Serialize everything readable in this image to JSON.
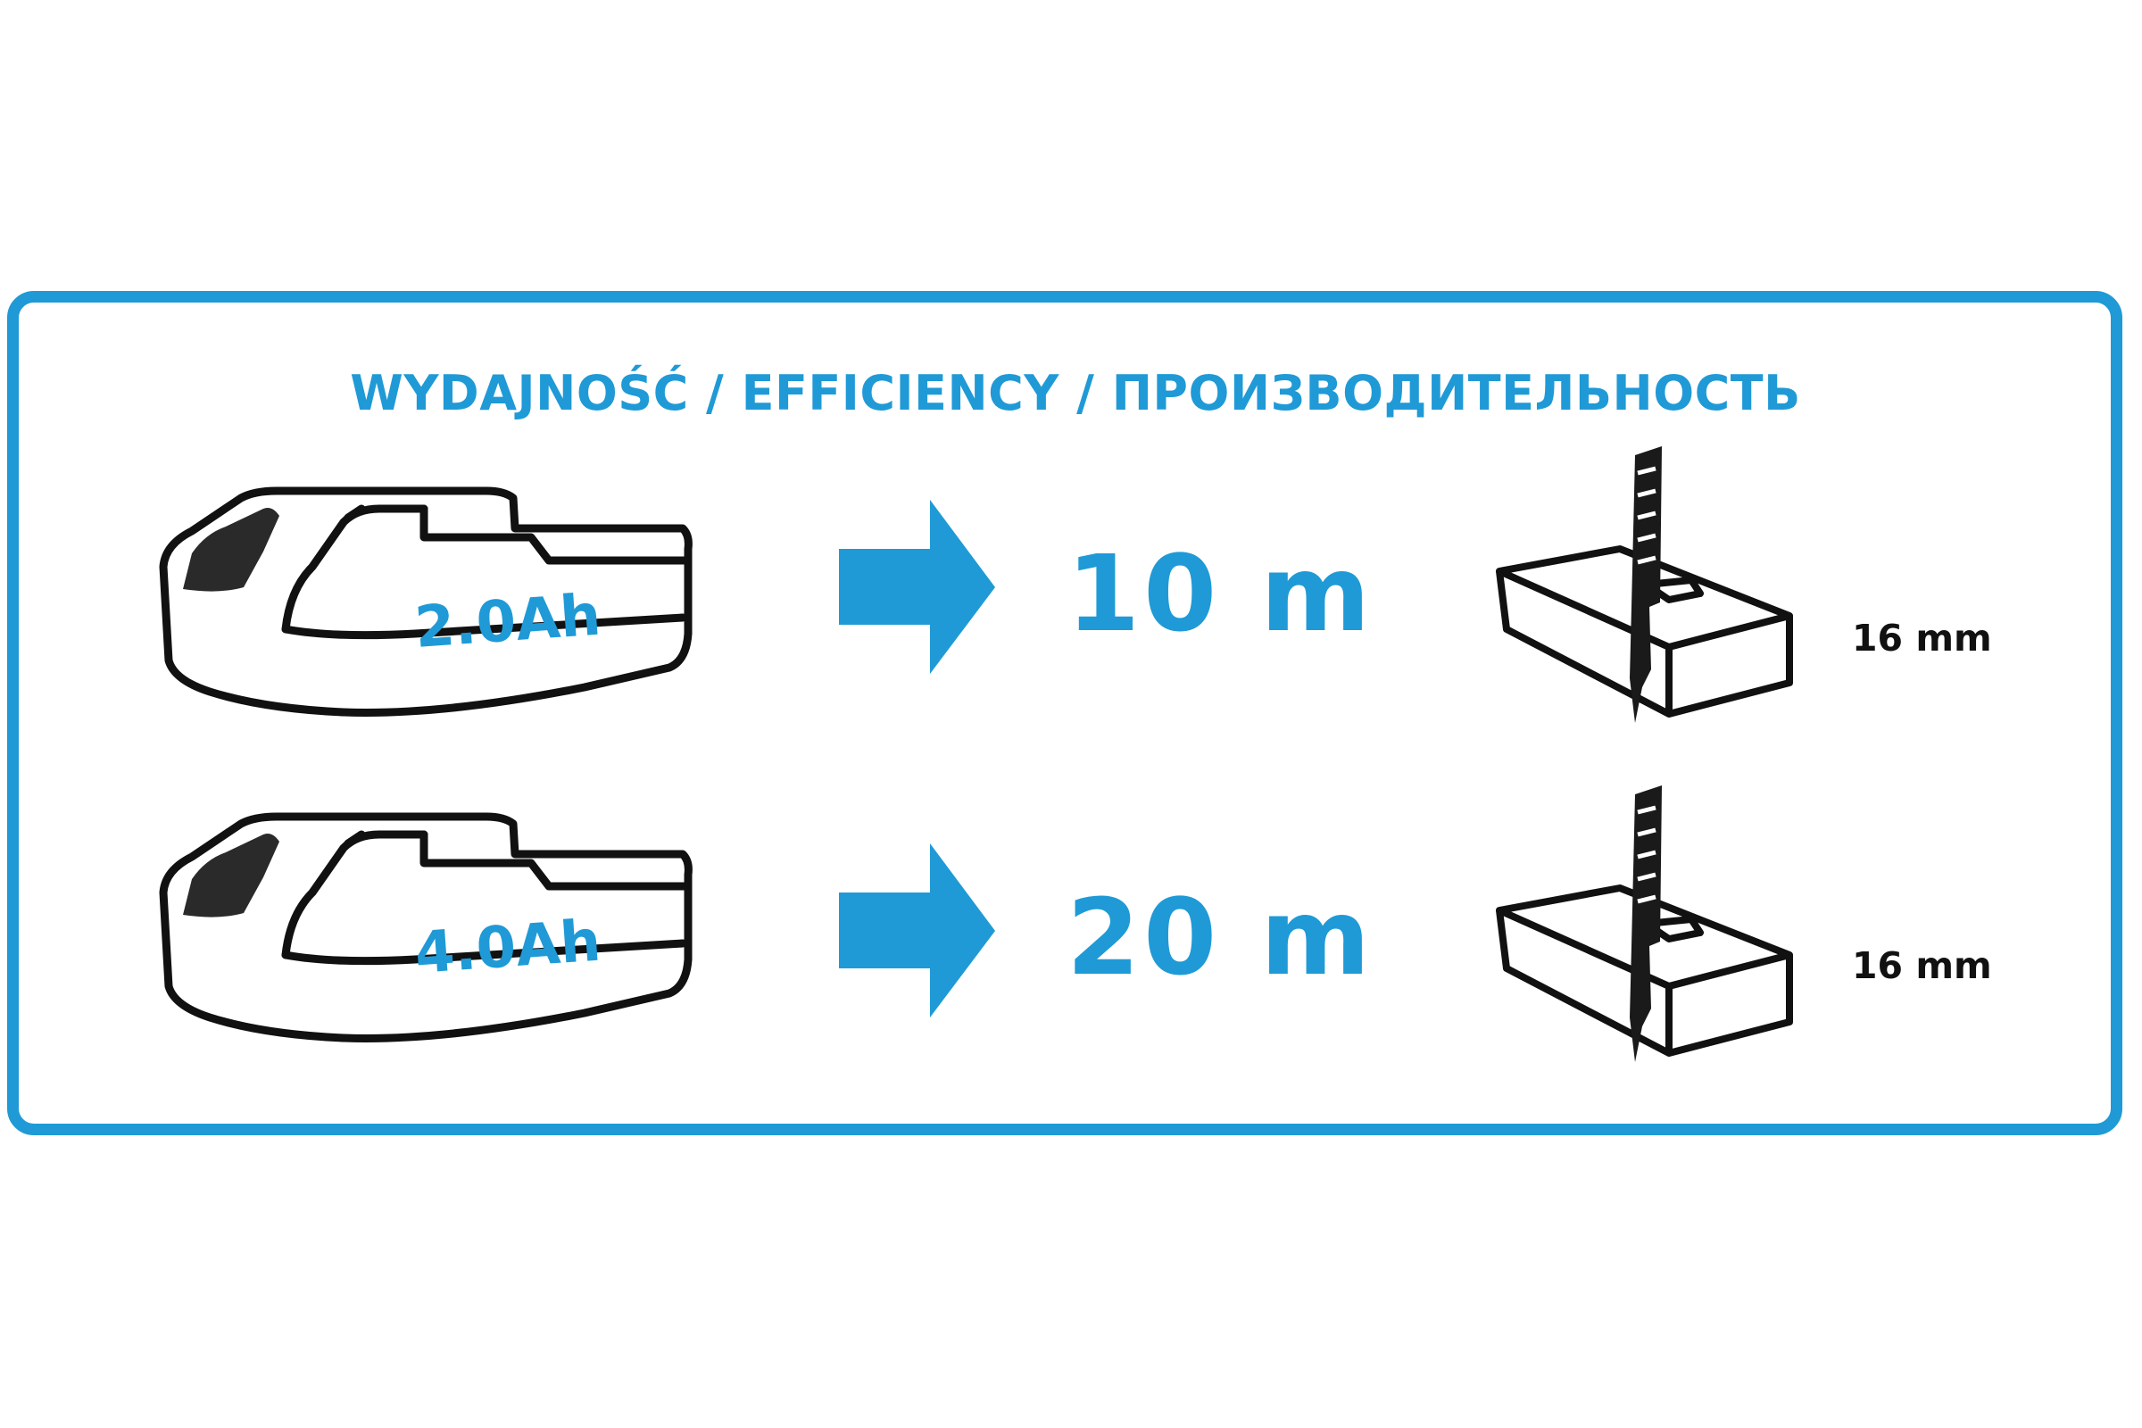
{
  "title": "WYDAJNOŚĆ / EFFICIENCY / ПРОИЗВОДИТЕЛЬНОСТЬ",
  "rows": [
    {
      "battery": "2.0Ah",
      "result": "10 m",
      "thickness": "16 mm"
    },
    {
      "battery": "4.0Ah",
      "result": "20 m",
      "thickness": "16 mm"
    }
  ],
  "icons": {
    "battery": "battery-pack-icon",
    "arrow": "right-arrow-icon",
    "cut": "jigsaw-cutting-wood-icon"
  },
  "colors": {
    "accent": "#1f9ad6",
    "outline": "#111111",
    "background": "#ffffff"
  }
}
